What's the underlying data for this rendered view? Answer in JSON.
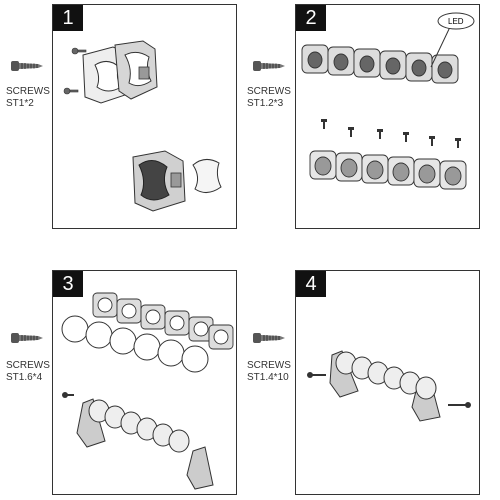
{
  "steps": [
    {
      "number": "1",
      "screw_label": "SCREWS",
      "screw_size": "ST1*2"
    },
    {
      "number": "2",
      "screw_label": "SCREWS",
      "screw_size": "ST1.2*3",
      "callout": "LED"
    },
    {
      "number": "3",
      "screw_label": "SCREWS",
      "screw_size": "ST1.6*4"
    },
    {
      "number": "4",
      "screw_label": "SCREWS",
      "screw_size": "ST1.4*10"
    }
  ]
}
